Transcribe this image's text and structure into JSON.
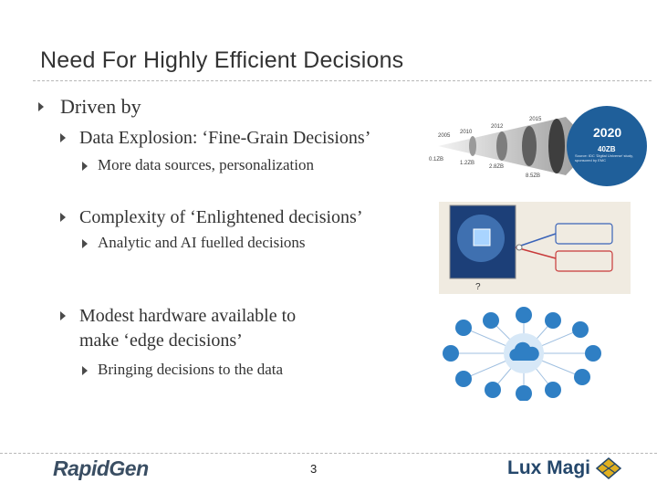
{
  "slide": {
    "title": "Need For Highly Efficient Decisions",
    "page_number": "3"
  },
  "bullets": {
    "driven_by": "Driven by",
    "data_explosion": "Data Explosion: ‘Fine-Grain Decisions’",
    "more_data": "More data sources, personalization",
    "complexity": "Complexity of ‘Enlightened decisions’",
    "analytic": "Analytic and AI fuelled decisions",
    "modest_line1": "Modest hardware available to",
    "modest_line2": "make ‘edge decisions’",
    "bringing": "Bringing decisions to the data"
  },
  "data_growth_image": {
    "years": [
      "2005",
      "2010",
      "2012",
      "2015",
      "2020"
    ],
    "sizes": [
      "0.1ZB",
      "1.2ZB",
      "2.8ZB",
      "8.5ZB",
      "40ZB"
    ],
    "caption": "Source: IDC 'Digital Universe' study, sponsored by EMC"
  },
  "ai_image": {
    "question_mark": "?"
  },
  "logos": {
    "rapidgen": "RapidGen",
    "luxmagi": "Lux Magi"
  },
  "colors": {
    "bullet_arrow": "#4a4a4a",
    "text": "#333333",
    "data_bubble": "#1f5f9a",
    "iot_blue": "#2f7fc4",
    "rapidgen": "#3a4e63",
    "luxmagi_blue": "#24476b",
    "luxmagi_gold": "#e0b020"
  },
  "icons": {
    "bullet": "triangle-right-icon",
    "iot_center": "cloud-icon"
  }
}
